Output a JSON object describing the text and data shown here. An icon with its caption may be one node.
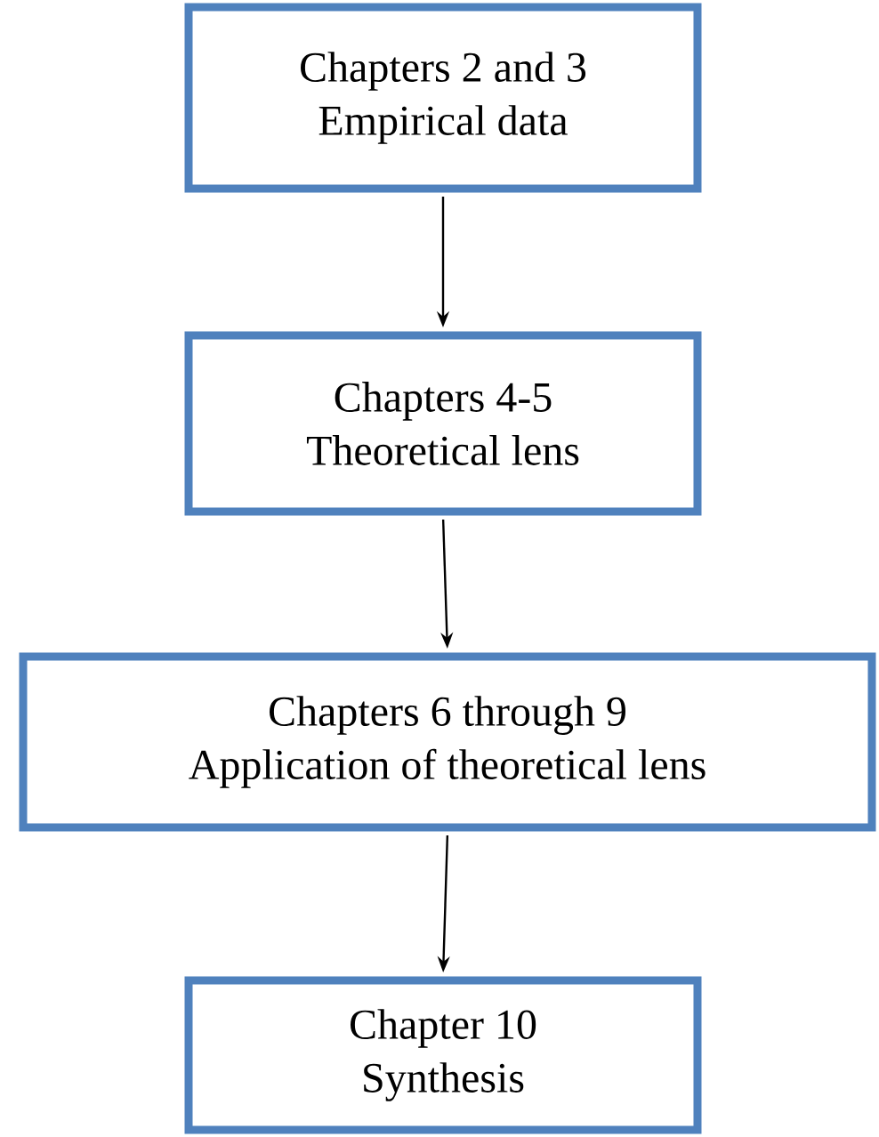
{
  "diagram": {
    "nodes": [
      {
        "text": [
          "Chapters 2 and 3",
          "Empirical data"
        ]
      },
      {
        "text": [
          "Chapters 4-5",
          "Theoretical lens"
        ]
      },
      {
        "text": [
          "Chapters 6 through 9",
          "Application of theoretical lens"
        ]
      },
      {
        "text": [
          "Chapter 10",
          "Synthesis"
        ]
      }
    ],
    "edges": [
      {
        "from": 0,
        "to": 1,
        "arrow": "to"
      },
      {
        "from": 1,
        "to": 2,
        "arrow": "to"
      },
      {
        "from": 2,
        "to": 3,
        "arrow": "to"
      }
    ]
  }
}
